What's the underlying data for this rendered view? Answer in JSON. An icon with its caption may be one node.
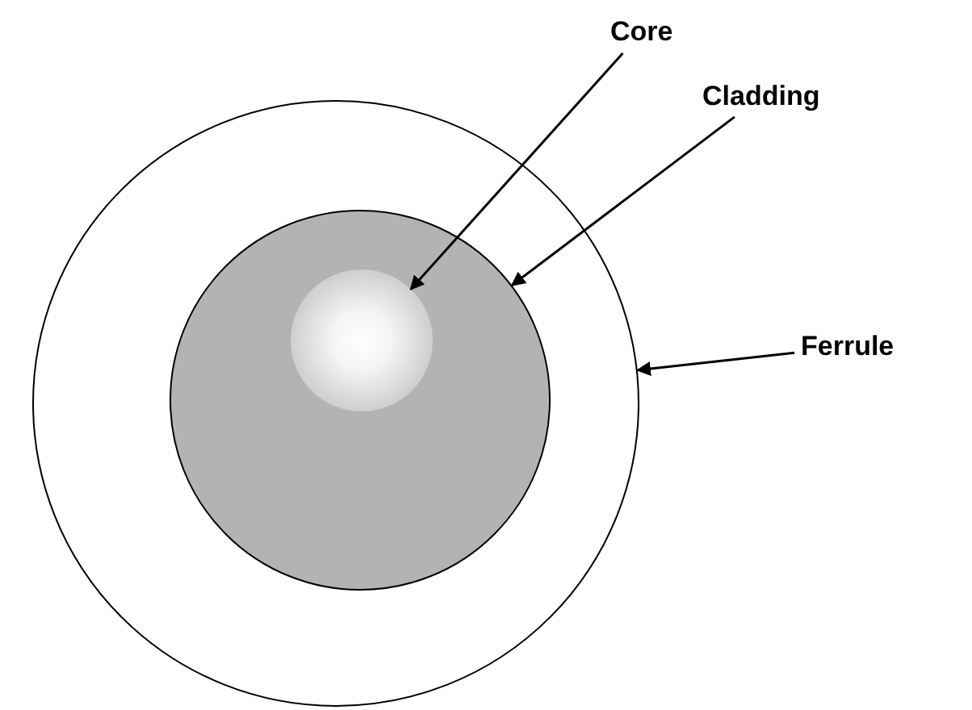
{
  "diagram": {
    "nodes": [
      {
        "text": [],
        "shape": "circle"
      },
      {
        "text": [],
        "shape": "circle",
        "in": 0
      },
      {
        "text": [],
        "shape": "circle",
        "in": 1
      },
      {
        "text": [
          "Core"
        ]
      },
      {
        "text": [
          "Cladding"
        ]
      },
      {
        "text": [
          "Ferrule"
        ]
      }
    ],
    "edges": [
      {
        "from": 3,
        "to": 2,
        "arrow": "to"
      },
      {
        "from": 4,
        "to": 1,
        "arrow": "to"
      },
      {
        "from": 5,
        "to": 0,
        "arrow": "to"
      }
    ]
  }
}
